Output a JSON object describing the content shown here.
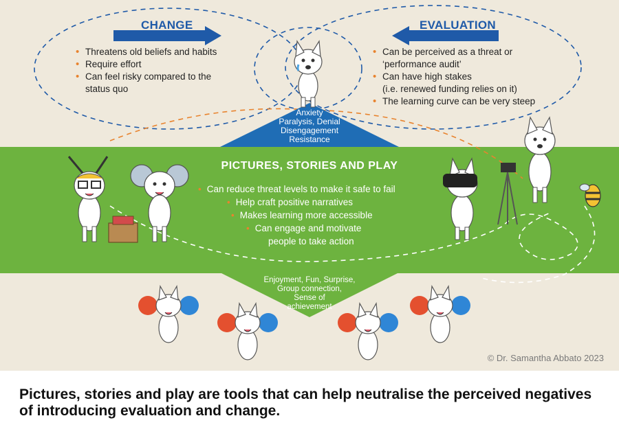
{
  "change": {
    "title": "CHANGE",
    "items": [
      "Threatens old beliefs and habits",
      "Require effort",
      "Can feel risky compared to the",
      "status quo"
    ]
  },
  "evaluation": {
    "title": "EVALUATION",
    "items": [
      "Can be perceived as a threat or",
      "‘performance audit’",
      "Can have high stakes",
      "(i.e. renewed funding relies on it)",
      "The learning curve can be very steep"
    ]
  },
  "negatives": {
    "lines": [
      "Anxiety",
      "Paralysis, Denial",
      "Disengagement",
      "Resistance"
    ]
  },
  "pictures": {
    "title": "PICTURES, STORIES AND PLAY",
    "items": [
      "Can reduce threat levels to make it safe to fail",
      "Help craft positive narratives",
      "Makes learning more accessible",
      "Can engage and motivate",
      "people to take action"
    ]
  },
  "positives": {
    "lines": [
      "Enjoyment, Fun, Surprise,",
      "Group connection,",
      "Sense of",
      "achievement"
    ]
  },
  "copyright": "© Dr. Samantha Abbato 2023",
  "caption": "Pictures, stories and play are tools that can help neutralise the perceived negatives of introducing evaluation and change.",
  "colors": {
    "panel": "#efe9dc",
    "green_band": "#6db33f",
    "blue": "#1f5aa8",
    "orange": "#e8832e"
  }
}
